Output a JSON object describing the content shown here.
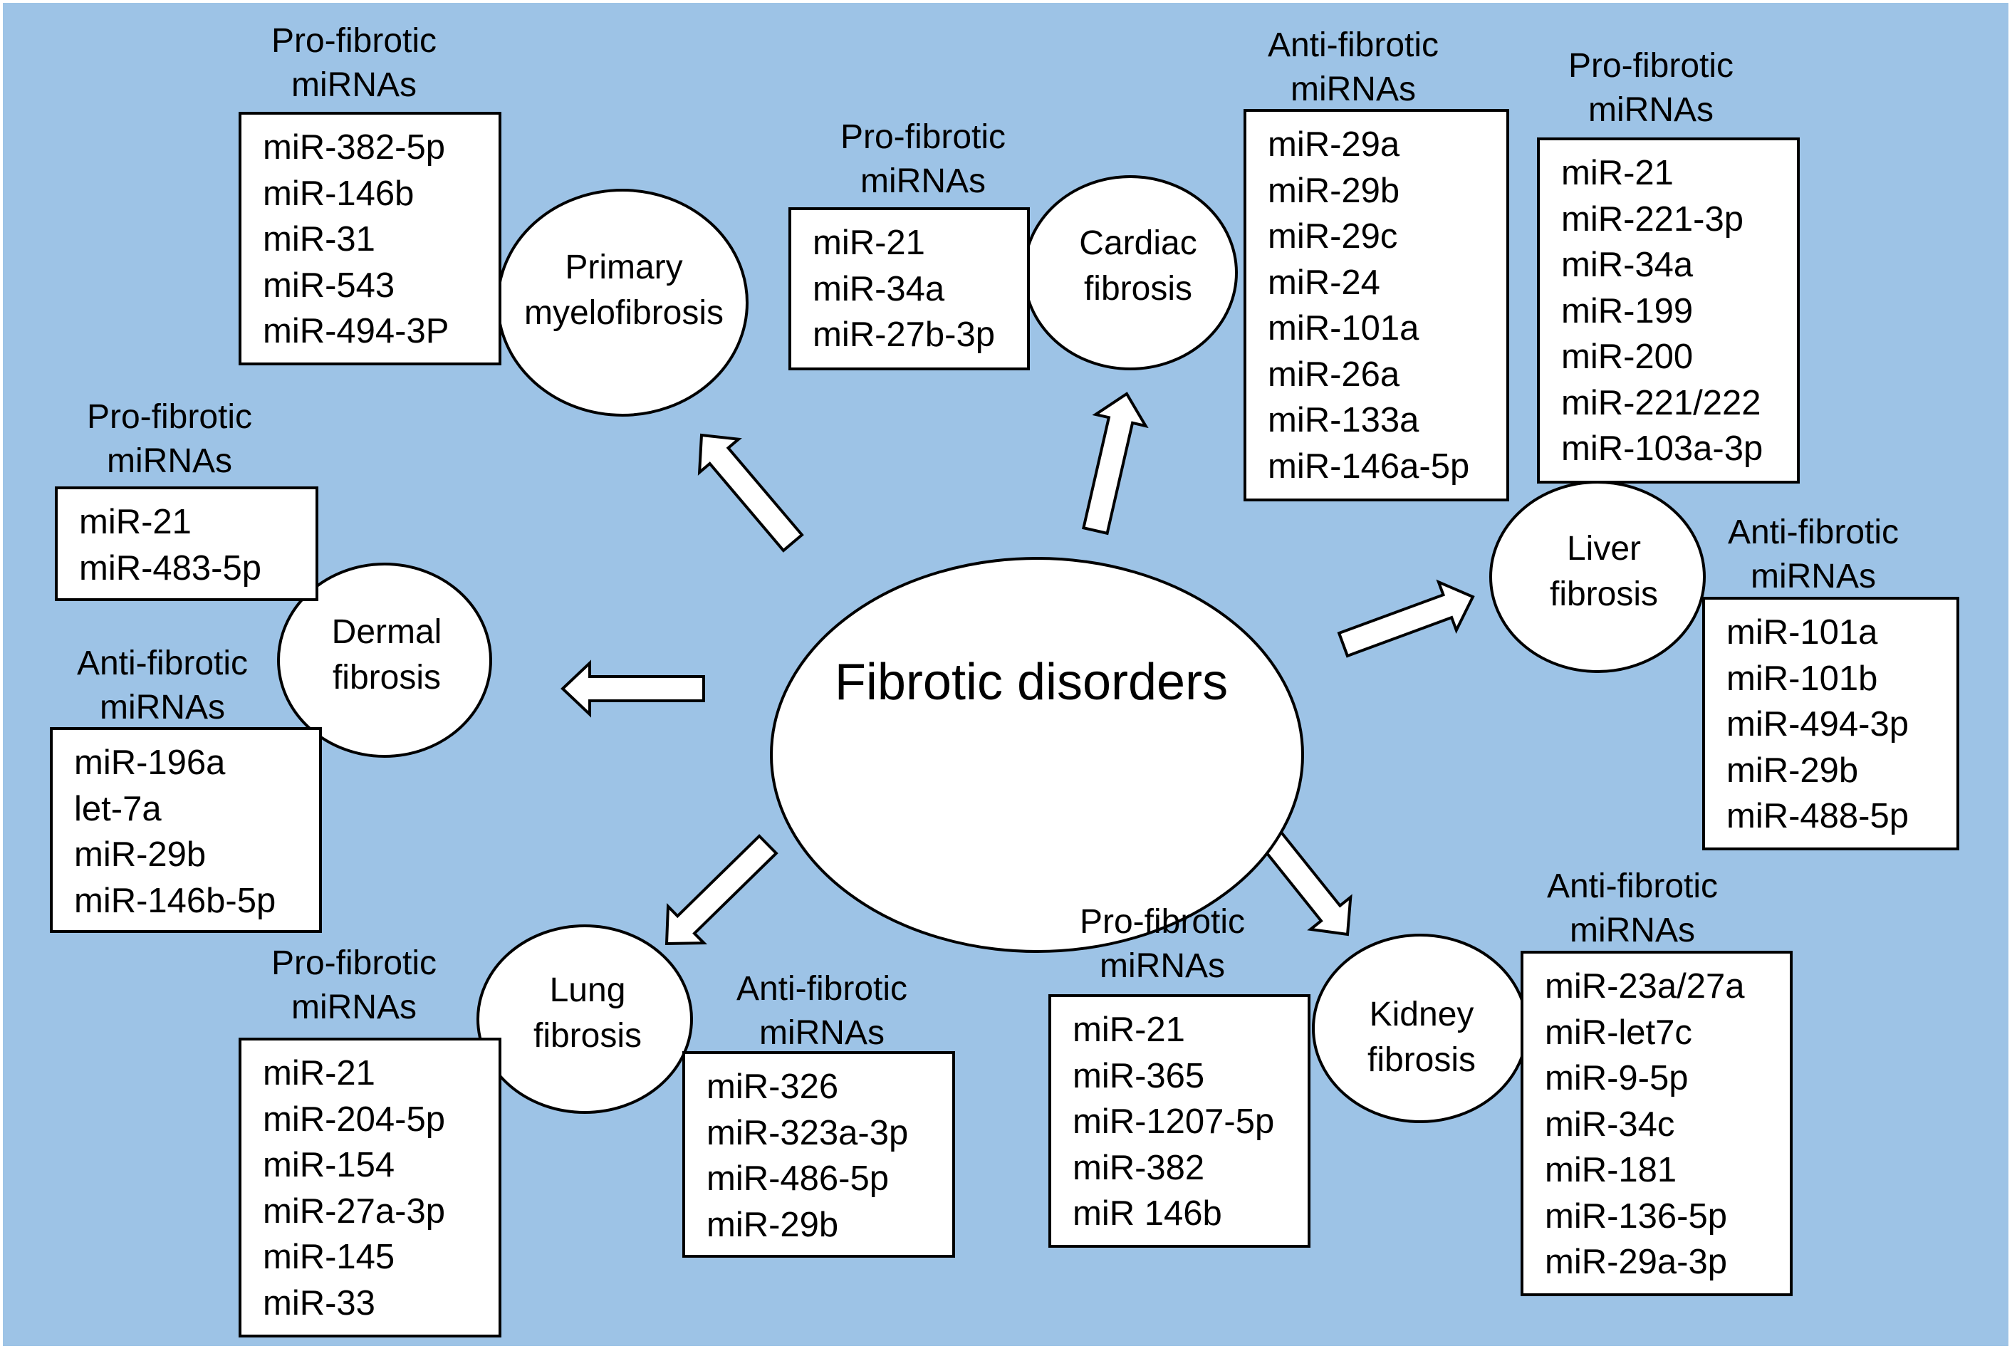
{
  "title": "Fibrotic disorders",
  "colors": {
    "background": "#9DC3E6",
    "node_fill": "#FFFFFF",
    "stroke": "#000000"
  },
  "nodes": {
    "primary": {
      "label_lines": [
        "Primary",
        "myelofibrosis"
      ],
      "pro": {
        "heading": [
          "Pro-fibrotic",
          "miRNAs"
        ],
        "items": [
          "miR-382-5p",
          "miR-146b",
          "miR-31",
          "miR-543",
          "miR-494-3P"
        ]
      }
    },
    "cardiac": {
      "label_lines": [
        "Cardiac",
        "fibrosis"
      ],
      "pro": {
        "heading": [
          "Pro-fibrotic",
          "miRNAs"
        ],
        "items": [
          "miR-21",
          "miR-34a",
          "miR-27b-3p"
        ]
      },
      "anti": {
        "heading": [
          "Anti-fibrotic",
          "miRNAs"
        ],
        "items": [
          "miR-29a",
          "miR-29b",
          "miR-29c",
          "miR-24",
          "miR-101a",
          "miR-26a",
          "miR-133a",
          "miR-146a-5p"
        ]
      }
    },
    "liver": {
      "label_lines": [
        "Liver",
        "fibrosis"
      ],
      "pro": {
        "heading": [
          "Pro-fibrotic",
          "miRNAs"
        ],
        "items": [
          "miR-21",
          "miR-221-3p",
          "miR-34a",
          "miR-199",
          "miR-200",
          "miR-221/222",
          "miR-103a-3p"
        ]
      },
      "anti": {
        "heading": [
          "Anti-fibrotic",
          "miRNAs"
        ],
        "items": [
          "miR-101a",
          "miR-101b",
          "miR-494-3p",
          "miR-29b",
          "miR-488-5p"
        ]
      }
    },
    "dermal": {
      "label_lines": [
        "Dermal",
        "fibrosis"
      ],
      "pro": {
        "heading": [
          "Pro-fibrotic",
          "miRNAs"
        ],
        "items": [
          "miR-21",
          "miR-483-5p"
        ]
      },
      "anti": {
        "heading": [
          "Anti-fibrotic",
          "miRNAs"
        ],
        "items": [
          "miR-196a",
          "let-7a",
          "miR-29b",
          "miR-146b-5p"
        ]
      }
    },
    "lung": {
      "label_lines": [
        "Lung",
        "fibrosis"
      ],
      "pro": {
        "heading": [
          "Pro-fibrotic",
          "miRNAs"
        ],
        "items": [
          "miR-21",
          "miR-204-5p",
          "miR-154",
          "miR-27a-3p",
          "miR-145",
          "miR-33"
        ]
      },
      "anti": {
        "heading": [
          "Anti-fibrotic",
          "miRNAs"
        ],
        "items": [
          "miR-326",
          "miR-323a-3p",
          "miR-486-5p",
          "miR-29b"
        ]
      }
    },
    "kidney": {
      "label_lines": [
        "Kidney",
        "fibrosis"
      ],
      "pro": {
        "heading": [
          "Pro-fibrotic",
          "miRNAs"
        ],
        "items": [
          "miR-21",
          "miR-365",
          "miR-1207-5p",
          "miR-382",
          "miR 146b"
        ]
      },
      "anti": {
        "heading": [
          "Anti-fibrotic",
          "miRNAs"
        ],
        "items": [
          "miR-23a/27a",
          "miR-let7c",
          "miR-9-5p",
          "miR-34c",
          "miR-181",
          "miR-136-5p",
          "miR-29a-3p"
        ]
      }
    }
  },
  "arrows": [
    {
      "from": "Fibrotic disorders",
      "to": "Primary myelofibrosis"
    },
    {
      "from": "Fibrotic disorders",
      "to": "Cardiac fibrosis"
    },
    {
      "from": "Fibrotic disorders",
      "to": "Liver fibrosis"
    },
    {
      "from": "Fibrotic disorders",
      "to": "Dermal fibrosis"
    },
    {
      "from": "Fibrotic disorders",
      "to": "Lung fibrosis"
    },
    {
      "from": "Fibrotic disorders",
      "to": "Kidney fibrosis"
    }
  ]
}
